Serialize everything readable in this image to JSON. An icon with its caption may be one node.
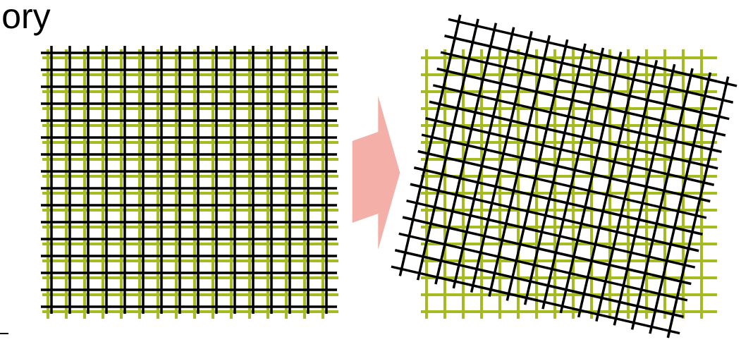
{
  "diagram": {
    "nodes": [
      {
        "text": [],
        "shape": "picture"
      },
      {
        "text": [],
        "shape": "picture"
      }
    ],
    "edges": [
      {
        "from": 0,
        "to": 1,
        "arrow": "to",
        "style": "thick",
        "color": "#f4b0a8"
      }
    ],
    "labels": [
      "ory"
    ]
  }
}
